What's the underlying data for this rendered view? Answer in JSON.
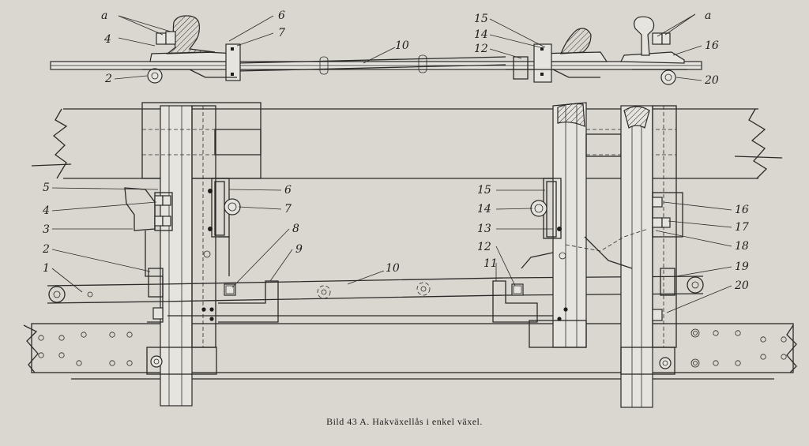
{
  "caption": "Bild 43 A. Hakväxellås i enkel växel.",
  "top_labels": {
    "a_left": "a",
    "four": "4",
    "two": "2",
    "six": "6",
    "seven": "7",
    "ten": "10",
    "fifteen": "15",
    "fourteen": "14",
    "twelve": "12",
    "a_right": "a",
    "sixteen": "16",
    "twenty": "20"
  },
  "plan_labels": {
    "five": "5",
    "four": "4",
    "three": "3",
    "two": "2",
    "one": "1",
    "six": "6",
    "seven": "7",
    "eight": "8",
    "nine": "9",
    "ten": "10",
    "fifteen": "15",
    "fourteen": "14",
    "thirteen": "13",
    "twelve": "12",
    "eleven": "11",
    "sixteen": "16",
    "seventeen": "17",
    "eighteen": "18",
    "nineteen": "19",
    "twenty": "20"
  }
}
